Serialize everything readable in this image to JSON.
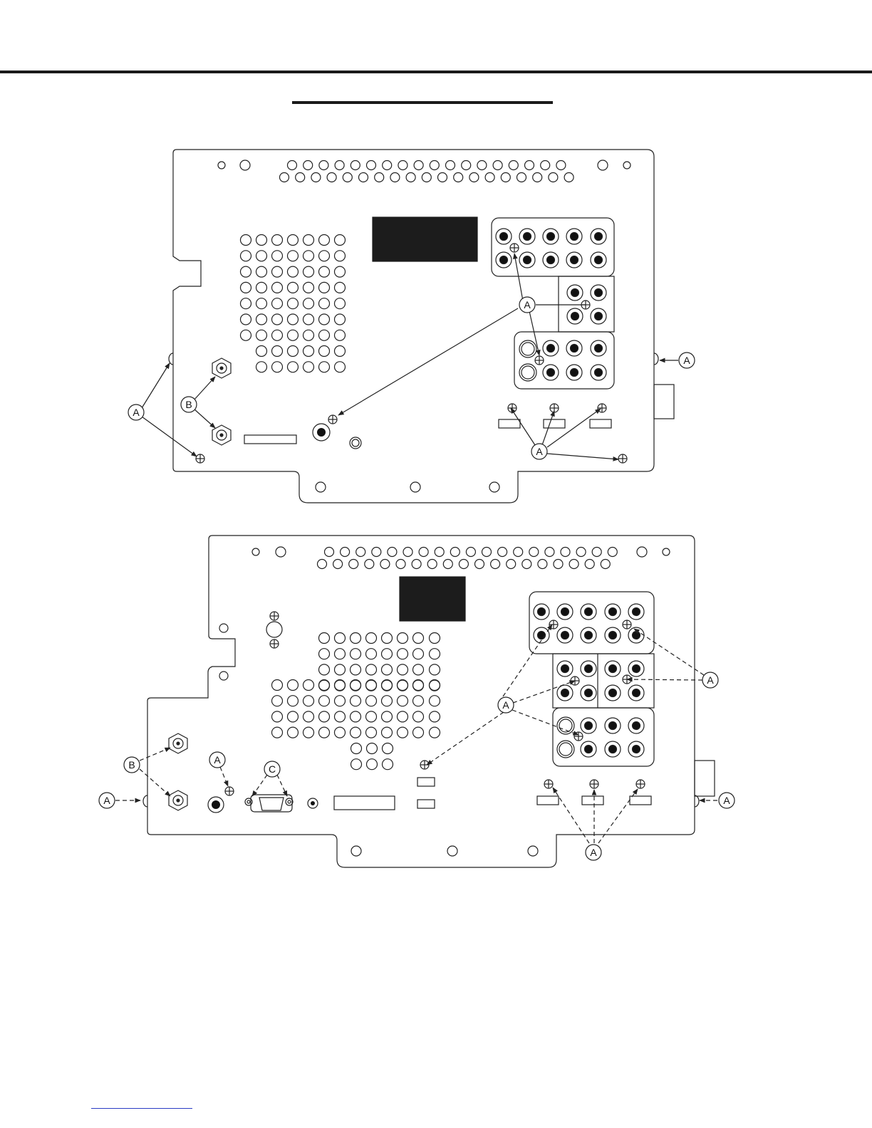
{
  "callouts": {
    "A": "A",
    "B": "B",
    "C": "C"
  }
}
